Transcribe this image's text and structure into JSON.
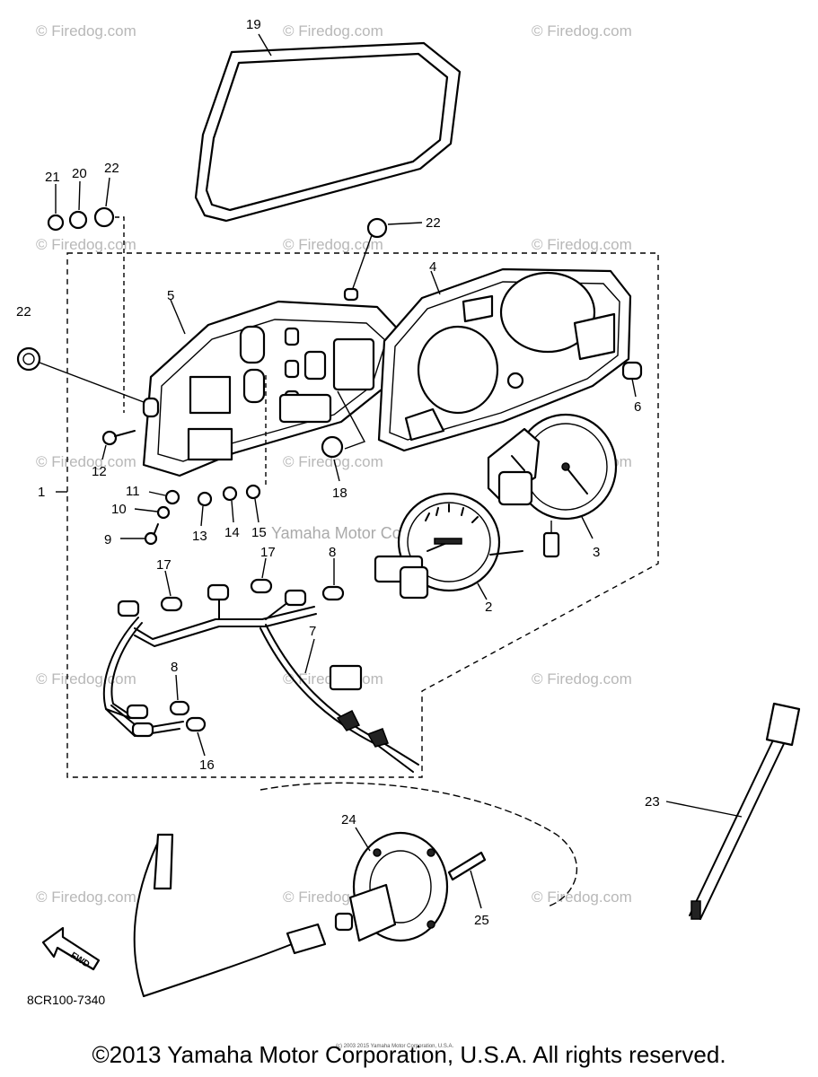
{
  "diagram": {
    "code": "8CR100-7340",
    "fwd_label": "FWD",
    "watermark": "© Firedog.com",
    "center_watermark": "Yamaha Motor Corp., U.S.A.",
    "small_notice": "(c) 2003 2015 Yamaha Motor Corporation, U.S.A.",
    "copyright": "©2013 Yamaha Motor Corporation, U.S.A. All rights reserved.",
    "callouts": {
      "p1": "1",
      "p2": "2",
      "p3": "3",
      "p4": "4",
      "p5": "5",
      "p6": "6",
      "p7": "7",
      "p8a": "8",
      "p8b": "8",
      "p9": "9",
      "p10": "10",
      "p11": "11",
      "p12": "12",
      "p13": "13",
      "p14": "14",
      "p15": "15",
      "p16": "16",
      "p17a": "17",
      "p17b": "17",
      "p18": "18",
      "p19": "19",
      "p20": "20",
      "p21": "21",
      "p22a": "22",
      "p22b": "22",
      "p22c": "22",
      "p23": "23",
      "p24": "24",
      "p25": "25"
    }
  }
}
